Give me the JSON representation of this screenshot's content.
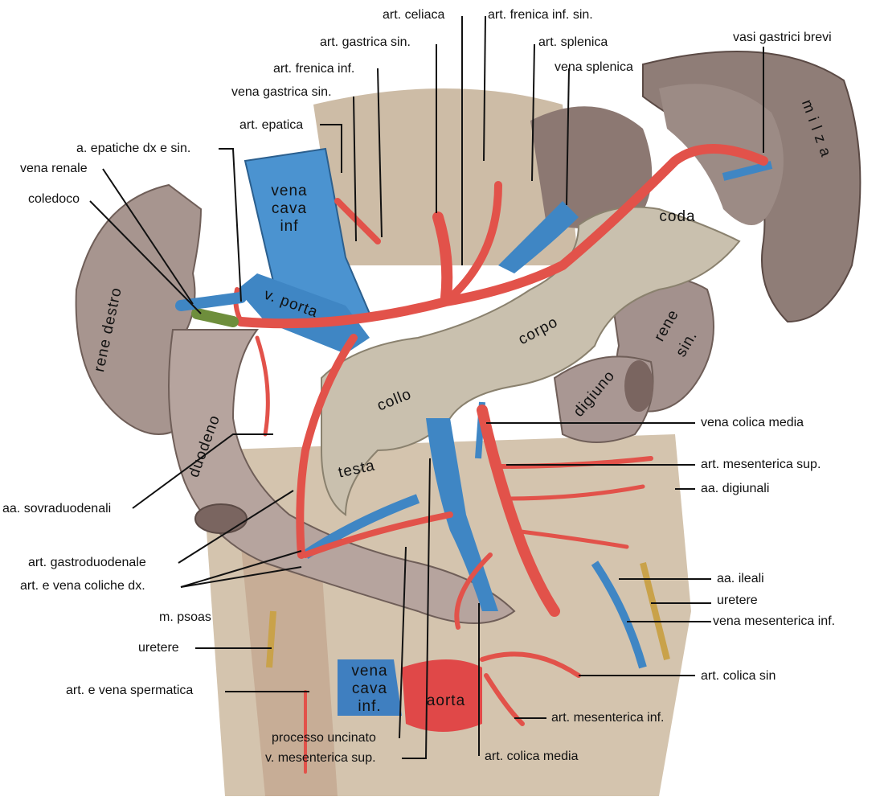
{
  "colors": {
    "artery": "#e2524a",
    "vein": "#3f86c4",
    "spleen": "#8f7d77",
    "kidney": "#a3918d",
    "pancreas": "#c9c0ae",
    "bile_duct": "#6e8e3c",
    "background_tissue": "#c9bba7",
    "leader_line": "#111111"
  },
  "organ_labels": {
    "rene_destro": "rene destro",
    "milza": "m i l z a",
    "coda": "coda",
    "corpo": "corpo",
    "collo": "collo",
    "testa": "testa",
    "duodeno": "duodeno",
    "digiuno": "digiuno",
    "rene_sin_1": "rene",
    "rene_sin_2": "sin.",
    "vena_cava_sup_1": "vena",
    "vena_cava_sup_2": "cava",
    "vena_cava_sup_3": "inf",
    "vena_cava_low_1": "vena",
    "vena_cava_low_2": "cava",
    "vena_cava_low_3": "inf.",
    "aorta": "aorta",
    "v_porta": "v. porta"
  },
  "labels": {
    "art_celiaca": "art. celiaca",
    "art_frenica_inf_sin": "art. frenica inf. sin.",
    "art_gastrica_sin": "art. gastrica sin.",
    "art_splenica": "art. splenica",
    "vasi_gastrici_brevi": "vasi gastrici brevi",
    "art_frenica_inf": "art. frenica inf.",
    "vena_splenica": "vena splenica",
    "vena_gastrica_sin": "vena gastrica sin.",
    "art_epatica": "art. epatica",
    "a_epatiche": "a. epatiche dx e sin.",
    "vena_renale": "vena renale",
    "coledoco": "coledoco",
    "vena_colica_media": "vena colica media",
    "art_mesenterica_sup": "art. mesenterica sup.",
    "aa_digiunali": "aa. digiunali",
    "aa_sovraduodenali": "aa. sovraduodenali",
    "art_gastroduodenale": "art. gastroduodenale",
    "art_vena_coliche_dx": "art. e vena coliche dx.",
    "aa_ileali": "aa. ileali",
    "uretere_right": "uretere",
    "m_psoas": "m. psoas",
    "vena_mesenterica_inf": "vena mesenterica inf.",
    "uretere_left": "uretere",
    "art_colica_sin": "art. colica sin",
    "art_vena_spermatica": "art. e vena spermatica",
    "art_mesenterica_inf": "art. mesenterica inf.",
    "processo_uncinato": "processo uncinato",
    "v_mesenterica_sup": "v. mesenterica sup.",
    "art_colica_media": "art. colica media"
  }
}
